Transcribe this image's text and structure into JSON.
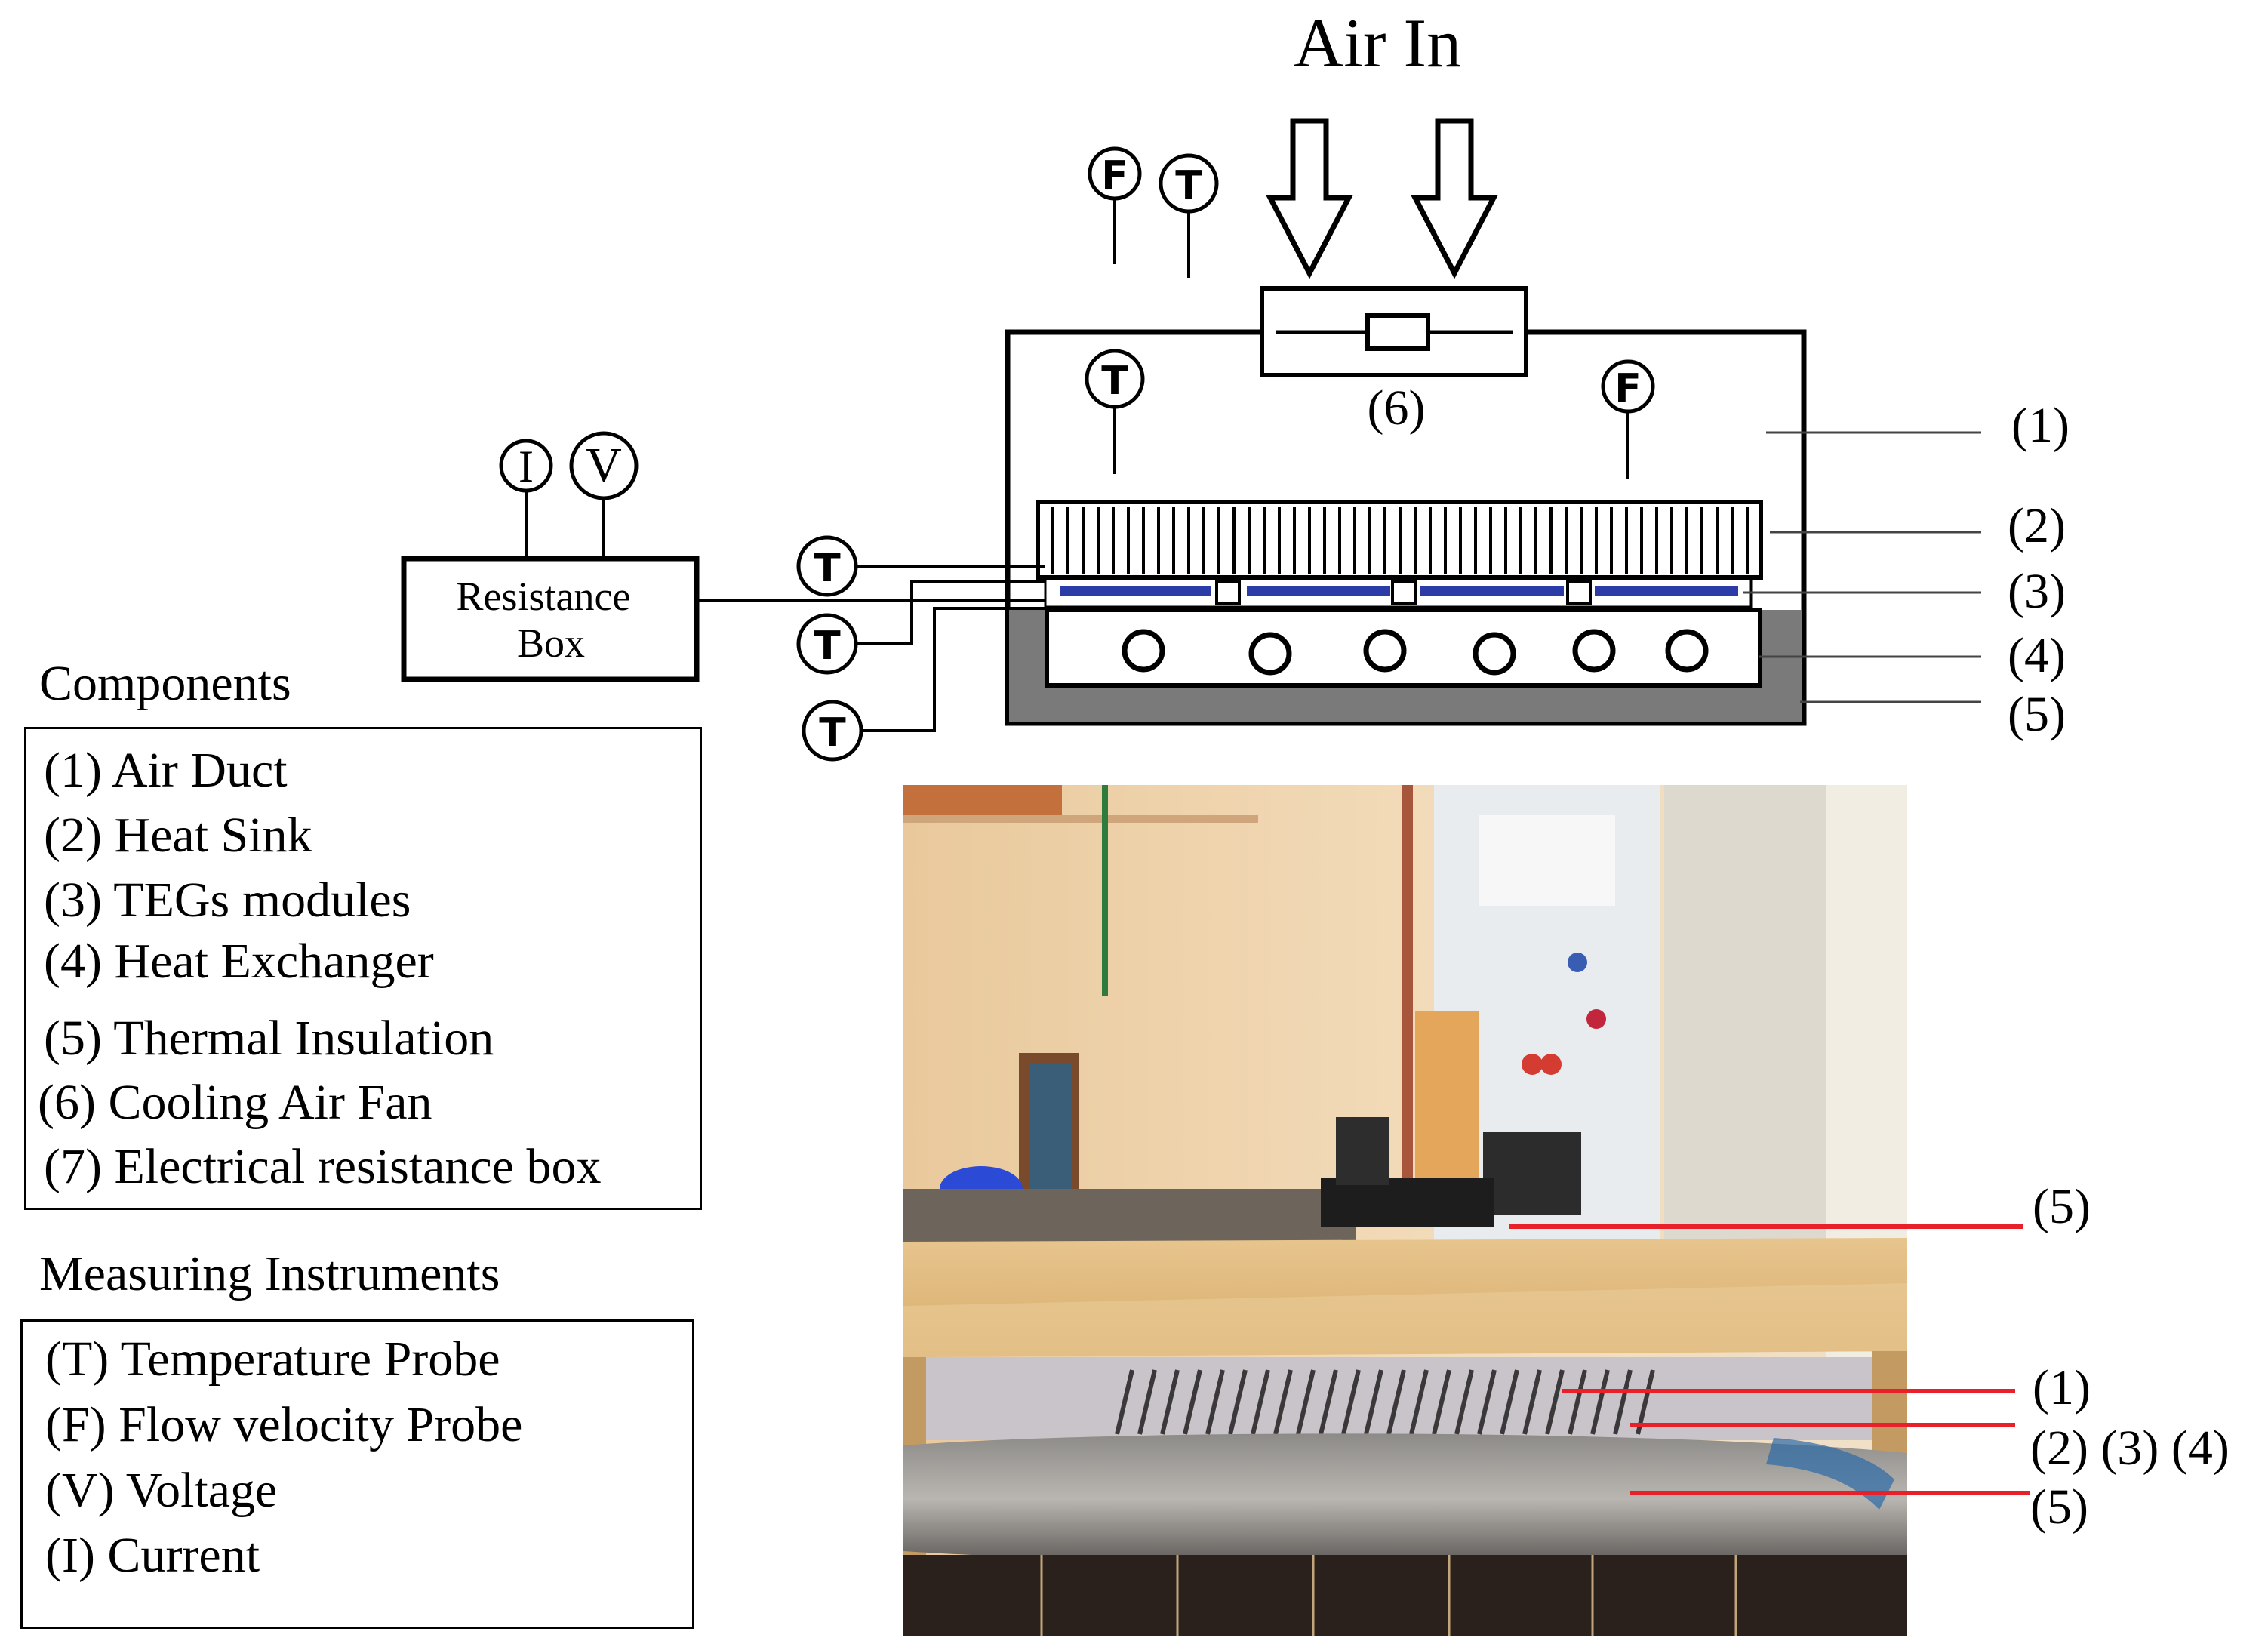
{
  "diagram": {
    "title": "Air In",
    "resistance_box_line1": "Resistance",
    "resistance_box_line2": "Box",
    "fan_label": "(6)",
    "part_labels": [
      "(1)",
      "(2)",
      "(3)",
      "(4)",
      "(5)"
    ],
    "probe_letters": {
      "temperature": "T",
      "flow": "F",
      "current": "I",
      "voltage": "V"
    },
    "colors": {
      "teg_modules": "#2b3ca8",
      "insulation": "#7a7a7a",
      "photo_callout": "#e8202a"
    }
  },
  "components": {
    "title": "Components",
    "items": [
      "(1) Air Duct",
      "(2) Heat Sink",
      "(3) TEGs modules",
      "(4) Heat Exchanger",
      "(5) Thermal Insulation",
      "(6)  Cooling Air Fan",
      "(7) Electrical resistance box"
    ]
  },
  "instruments": {
    "title": "Measuring Instruments",
    "items": [
      "(T) Temperature Probe",
      "(F) Flow velocity Probe",
      "(V) Voltage",
      "(I) Current"
    ]
  },
  "photo": {
    "callouts": [
      "(5)",
      "(1)",
      "(2) (3) (4)",
      "(5)"
    ]
  }
}
